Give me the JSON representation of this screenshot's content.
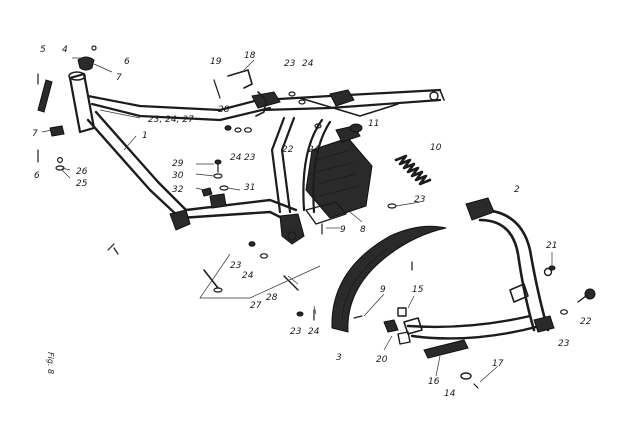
{
  "callouts": [
    {
      "id": "c5",
      "text": "5"
    },
    {
      "id": "c4",
      "text": "4"
    },
    {
      "id": "c6a",
      "text": "6"
    },
    {
      "id": "c7a",
      "text": "7"
    },
    {
      "id": "c19",
      "text": "19"
    },
    {
      "id": "c18",
      "text": "18"
    },
    {
      "id": "c23a",
      "text": "23"
    },
    {
      "id": "c24a",
      "text": "24"
    },
    {
      "id": "c23_24_27",
      "text": "23, 24, 27"
    },
    {
      "id": "c28a",
      "text": "28"
    },
    {
      "id": "c24b",
      "text": "24"
    },
    {
      "id": "c23b",
      "text": "23"
    },
    {
      "id": "c22a",
      "text": "22"
    },
    {
      "id": "c24c",
      "text": "24"
    },
    {
      "id": "c11",
      "text": "11"
    },
    {
      "id": "c1",
      "text": "1"
    },
    {
      "id": "c7b",
      "text": "7"
    },
    {
      "id": "c6b",
      "text": "6"
    },
    {
      "id": "c26",
      "text": "26"
    },
    {
      "id": "c25",
      "text": "25"
    },
    {
      "id": "c29",
      "text": "29"
    },
    {
      "id": "c30",
      "text": "30"
    },
    {
      "id": "c32",
      "text": "32"
    },
    {
      "id": "c31",
      "text": "31"
    },
    {
      "id": "c10",
      "text": "10"
    },
    {
      "id": "c23c",
      "text": "23"
    },
    {
      "id": "c2",
      "text": "2"
    },
    {
      "id": "c9a",
      "text": "9"
    },
    {
      "id": "c8",
      "text": "8"
    },
    {
      "id": "c23d",
      "text": "23"
    },
    {
      "id": "c24d",
      "text": "24"
    },
    {
      "id": "c27",
      "text": "27"
    },
    {
      "id": "c28b",
      "text": "28"
    },
    {
      "id": "c21",
      "text": "21"
    },
    {
      "id": "c9b",
      "text": "9"
    },
    {
      "id": "c15",
      "text": "15"
    },
    {
      "id": "c23e",
      "text": "23"
    },
    {
      "id": "c24e",
      "text": "24"
    },
    {
      "id": "c3",
      "text": "3"
    },
    {
      "id": "c20",
      "text": "20"
    },
    {
      "id": "c16",
      "text": "16"
    },
    {
      "id": "c17",
      "text": "17"
    },
    {
      "id": "c14",
      "text": "14"
    },
    {
      "id": "c23f",
      "text": "23"
    },
    {
      "id": "c22b",
      "text": "22"
    }
  ],
  "figure_label": "Fig. 8"
}
